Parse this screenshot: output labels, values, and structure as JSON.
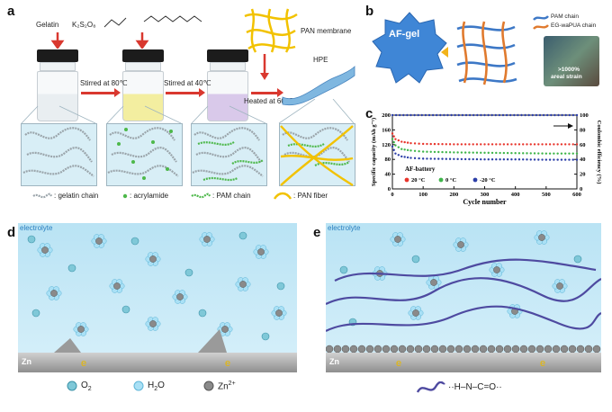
{
  "panels": {
    "a": "a",
    "b": "b",
    "c": "c",
    "d": "d",
    "e": "e"
  },
  "panel_a": {
    "chemicals": [
      "Gelatin",
      "K₂S₂O₈"
    ],
    "step1": "Stirred at 80℃",
    "step2": "Stirred at 40℃",
    "step3": "Heated at 60℃",
    "pan_membrane": "PAN membrane",
    "hpe": "HPE",
    "legend": [
      ": gelatin chain",
      ": acrylamide",
      ": PAM chain",
      ": PAN fiber"
    ]
  },
  "panel_b": {
    "gel_label": "AF-gel",
    "legend_pam": "PAM chain",
    "legend_eg": "EG-waPUA chain",
    "photo_caption_1": ">1000%",
    "photo_caption_2": "areal strain"
  },
  "panel_e_formula": "··H–N–C=O··",
  "chart_data": {
    "type": "scatter",
    "xlabel": "Cycle number",
    "ylabel": "Specific capacity (mAh g⁻¹)",
    "y2label": "Coulombic efficiency (%)",
    "xlim": [
      0,
      600
    ],
    "ylim": [
      0,
      200
    ],
    "y2lim": [
      0,
      100
    ],
    "xticks": [
      "0",
      "100",
      "200",
      "300",
      "400",
      "500",
      "600"
    ],
    "yticks": [
      "0",
      "40",
      "80",
      "120",
      "160",
      "200"
    ],
    "y2ticks": [
      "0",
      "20",
      "40",
      "60",
      "80",
      "100"
    ],
    "legend_title": "AF-battery",
    "series": [
      {
        "name": "20 °C",
        "color": "#e8342b",
        "x": [
          0,
          10,
          30,
          60,
          100,
          200,
          300,
          400,
          500,
          600
        ],
        "values": [
          150,
          135,
          128,
          124,
          122,
          121,
          121,
          121,
          121,
          121
        ]
      },
      {
        "name": "0 °C",
        "color": "#3fb54a",
        "x": [
          0,
          10,
          30,
          60,
          100,
          200,
          300,
          400,
          500,
          600
        ],
        "values": [
          135,
          118,
          108,
          104,
          101,
          99,
          98,
          97,
          96,
          96
        ]
      },
      {
        "name": "-20 °C",
        "color": "#2c3ea8",
        "x": [
          0,
          10,
          30,
          60,
          100,
          200,
          300,
          400,
          500,
          600
        ],
        "values": [
          115,
          96,
          88,
          84,
          82,
          81,
          80,
          80,
          79,
          79
        ]
      },
      {
        "name": "CE",
        "color": "#2c3ea8",
        "axis": "right",
        "x": [
          0,
          600
        ],
        "values": [
          100,
          100
        ]
      }
    ]
  },
  "panel_d": {
    "electrolyte": "electrolyte",
    "zn": "Zn",
    "e": "e",
    "legend": [
      {
        "sym": "O",
        "sub": "2"
      },
      {
        "sym": "H",
        "sub": "2",
        "tail": "O"
      },
      {
        "sym": "Zn",
        "sup": "2+"
      }
    ]
  },
  "panel_e": {
    "electrolyte": "electrolyte",
    "zn": "Zn",
    "e": "e"
  },
  "colors": {
    "red_arrow": "#d9382f",
    "electrolyte_blue": "#b9e3f4",
    "pam_green": "#4db84a",
    "pan_yellow": "#f2c200"
  }
}
